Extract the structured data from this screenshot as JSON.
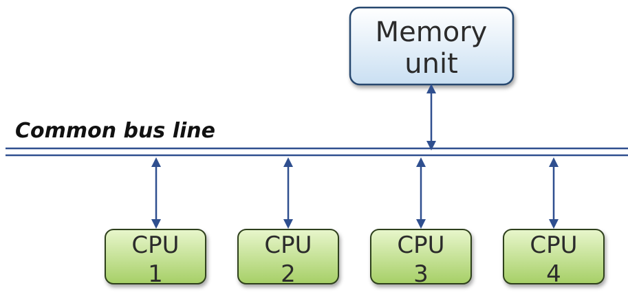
{
  "title": "Common bus line",
  "memory": {
    "line1": "Memory",
    "line2": "unit"
  },
  "cpus": [
    {
      "line1": "CPU",
      "line2": "1"
    },
    {
      "line1": "CPU",
      "line2": "2"
    },
    {
      "line1": "CPU",
      "line2": "3"
    },
    {
      "line1": "CPU",
      "line2": "4"
    }
  ],
  "colors": {
    "memory_fill_top": "#ffffff",
    "memory_fill_bottom": "#c9dff2",
    "memory_border": "#27476e",
    "cpu_fill_top": "#e6f5c8",
    "cpu_fill_bottom": "#a9d16b",
    "cpu_border": "#2f3f1e",
    "arrow": "#2f4f8f",
    "bus": "#2f4f8f"
  }
}
